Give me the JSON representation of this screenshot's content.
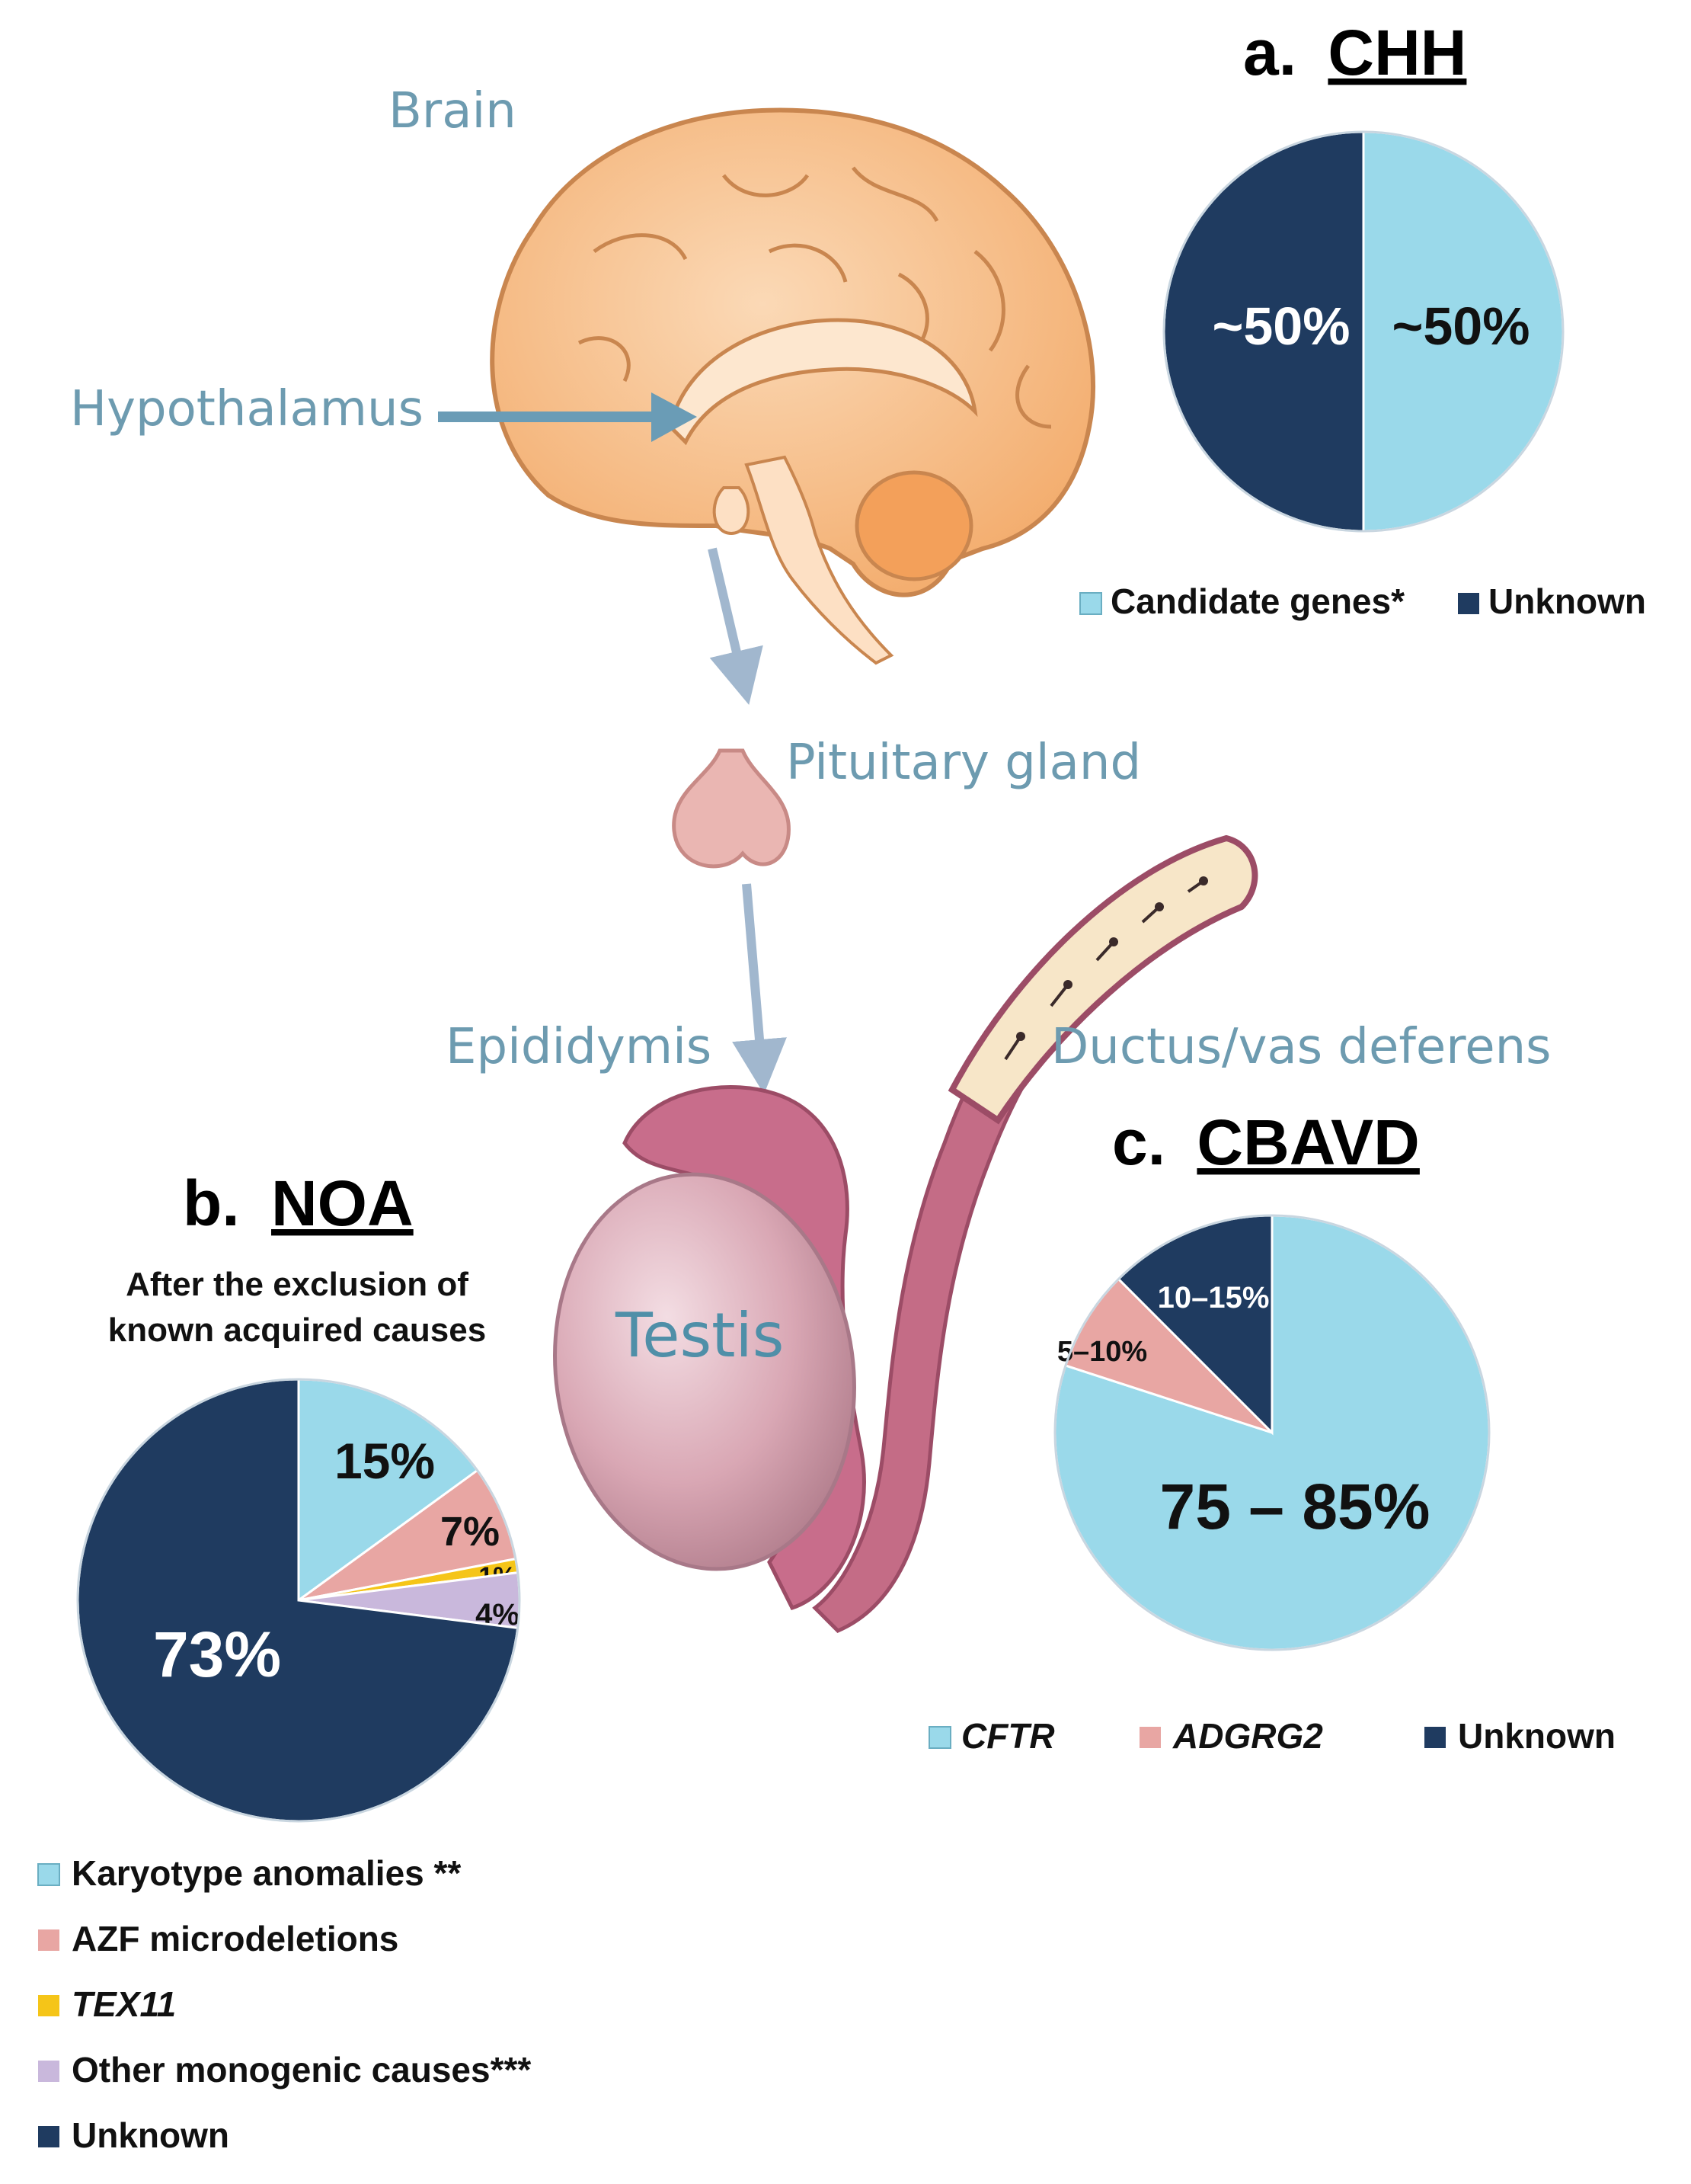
{
  "anatomy_labels": {
    "brain": "Brain",
    "hypothalamus": "Hypothalamus",
    "pituitary": "Pituitary gland",
    "epididymis": "Epididymis",
    "ductus": "Ductus/vas deferens",
    "testis": "Testis"
  },
  "colors": {
    "light_blue": "#9ad9ea",
    "dark_navy": "#1f3b60",
    "pink": "#e8a6a3",
    "yellow": "#f5c518",
    "lavender": "#c9b8dc",
    "anatomy_text": "#6d9bb0",
    "arrow": "#6a9cb6"
  },
  "chart_data": [
    {
      "type": "pie",
      "title_prefix": "a.",
      "title": "CHH",
      "slices": [
        {
          "label": "Candidate genes*",
          "value": 50,
          "display": "~50%",
          "color": "#9ad9ea"
        },
        {
          "label": "Unknown",
          "value": 50,
          "display": "~50%",
          "color": "#1f3b60"
        }
      ]
    },
    {
      "type": "pie",
      "title_prefix": "b.",
      "title": "NOA",
      "subtitle_lines": [
        "After the exclusion of",
        "known acquired causes"
      ],
      "slices": [
        {
          "label": "Karyotype anomalies **",
          "value": 15,
          "display": "15%",
          "color": "#9ad9ea"
        },
        {
          "label": "AZF microdeletions",
          "value": 7,
          "display": "7%",
          "color": "#e8a6a3"
        },
        {
          "label": "TEX11",
          "value": 1,
          "display": "1%",
          "color": "#f5c518"
        },
        {
          "label": "Other monogenic causes***",
          "value": 4,
          "display": "4%",
          "color": "#c9b8dc"
        },
        {
          "label": "Unknown",
          "value": 73,
          "display": "73%",
          "color": "#1f3b60"
        }
      ]
    },
    {
      "type": "pie",
      "title_prefix": "c.",
      "title": "CBAVD",
      "slices": [
        {
          "label": "CFTR",
          "value": 80,
          "display": "75 – 85%",
          "color": "#9ad9ea"
        },
        {
          "label": "ADGRG2",
          "value": 7.5,
          "display": "5–10%",
          "color": "#e8a6a3"
        },
        {
          "label": "Unknown",
          "value": 12.5,
          "display": "10–15%",
          "color": "#1f3b60"
        }
      ]
    }
  ]
}
